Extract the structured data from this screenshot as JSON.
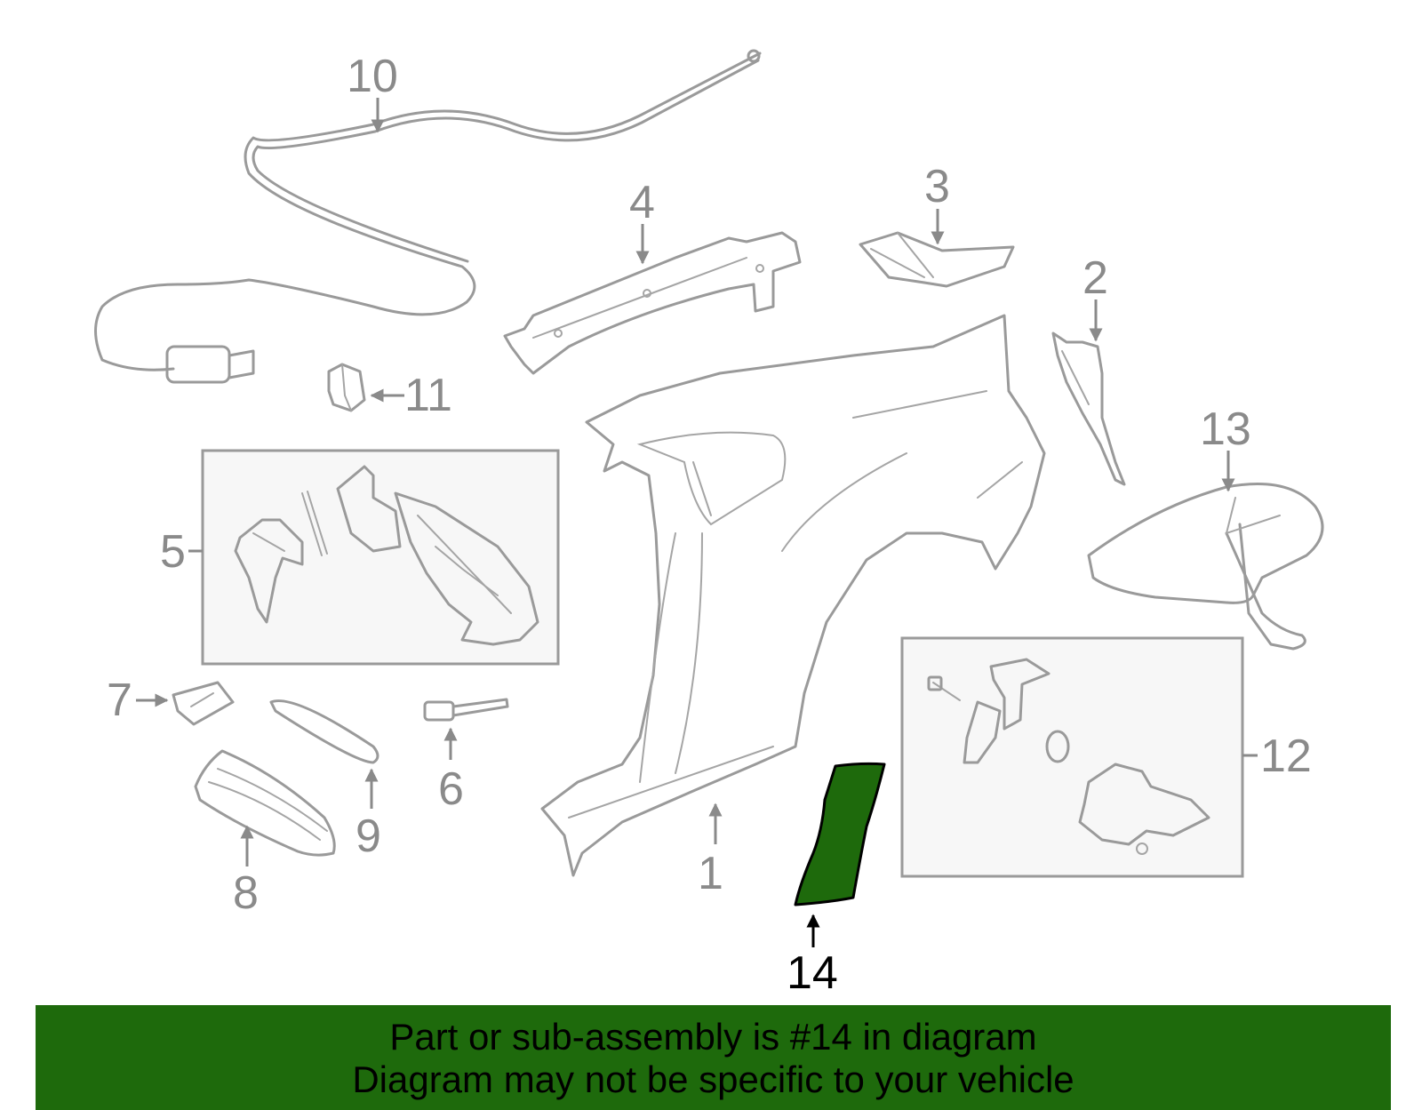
{
  "diagram": {
    "callouts": [
      "1",
      "2",
      "3",
      "4",
      "5",
      "6",
      "7",
      "8",
      "9",
      "10",
      "11",
      "12",
      "13",
      "14"
    ],
    "highlighted_part": "14",
    "highlight_color": "#1e6a0c",
    "part_line_color": "#9a9a9a",
    "callout_color": "#8a8a8a"
  },
  "banner": {
    "line1": "Part or sub-assembly is #14 in diagram",
    "line2": "Diagram may not be specific to your vehicle",
    "background": "#1e6a0c"
  }
}
